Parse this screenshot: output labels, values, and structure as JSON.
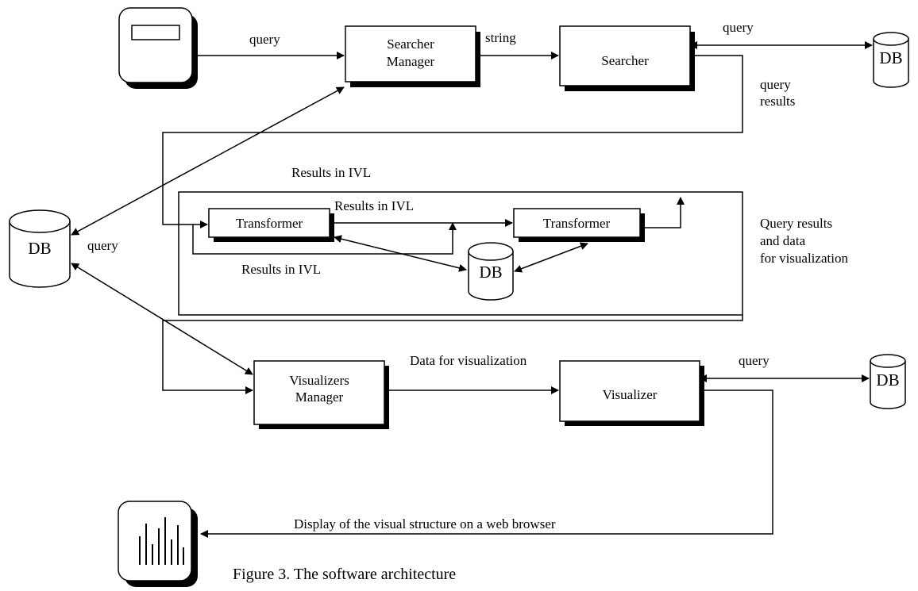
{
  "diagram": {
    "boxes": {
      "searcher_manager": [
        "Searcher",
        "Manager"
      ],
      "searcher": "Searcher",
      "transformer_1": "Transformer",
      "transformer_2": "Transformer",
      "visualizers_manager": [
        "Visualizers",
        "Manager"
      ],
      "visualizer": "Visualizer"
    },
    "databases": {
      "db_top_right": "DB",
      "db_left": "DB",
      "db_middle": "DB",
      "db_bottom_right": "DB"
    },
    "edge_labels": {
      "query_top": "query",
      "string": "string",
      "query_searcher_db": "query",
      "query_results_1": "query",
      "query_results_2": "results",
      "results_in_ivl_top": "Results in  IVL",
      "results_in_ivl_mid": "Results in IVL",
      "results_in_ivl_bottom": "Results in IVL",
      "query_left": "query",
      "panel_label_1": "Query results",
      "panel_label_2": "and data",
      "panel_label_3": "for  visualization",
      "data_for_visualization": "Data for visualization",
      "query_visualizer_db": "query",
      "display": "Display of the visual structure on a web browser"
    },
    "caption": "Figure 3. The software architecture"
  }
}
